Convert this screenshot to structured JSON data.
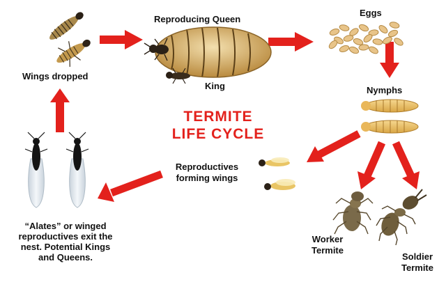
{
  "title": {
    "line1": "TERMITE",
    "line2": "LIFE CYCLE"
  },
  "stages": {
    "queen": "Reproducing Queen",
    "king": "King",
    "eggs": "Eggs",
    "nymphs": "Nymphs",
    "reproductives_line1": "Reproductives",
    "reproductives_line2": "forming wings",
    "wings_dropped": "Wings dropped",
    "alates_line1": "“Alates” or winged",
    "alates_line2": "reproductives exit the",
    "alates_line3": "nest. Potential Kings",
    "alates_line4": "and Queens.",
    "worker_line1": "Worker",
    "worker_line2": "Termite",
    "soldier_line1": "Soldier",
    "soldier_line2": "Termite"
  },
  "colors": {
    "arrow": "#e3211c",
    "title": "#e3211c",
    "queen_body": "#cda85f",
    "egg": "#e8c489",
    "nymph": "#efc571",
    "alate_wing": "#dfe7ee",
    "worker": "#7a6a4a",
    "soldier": "#6f5e3c"
  }
}
